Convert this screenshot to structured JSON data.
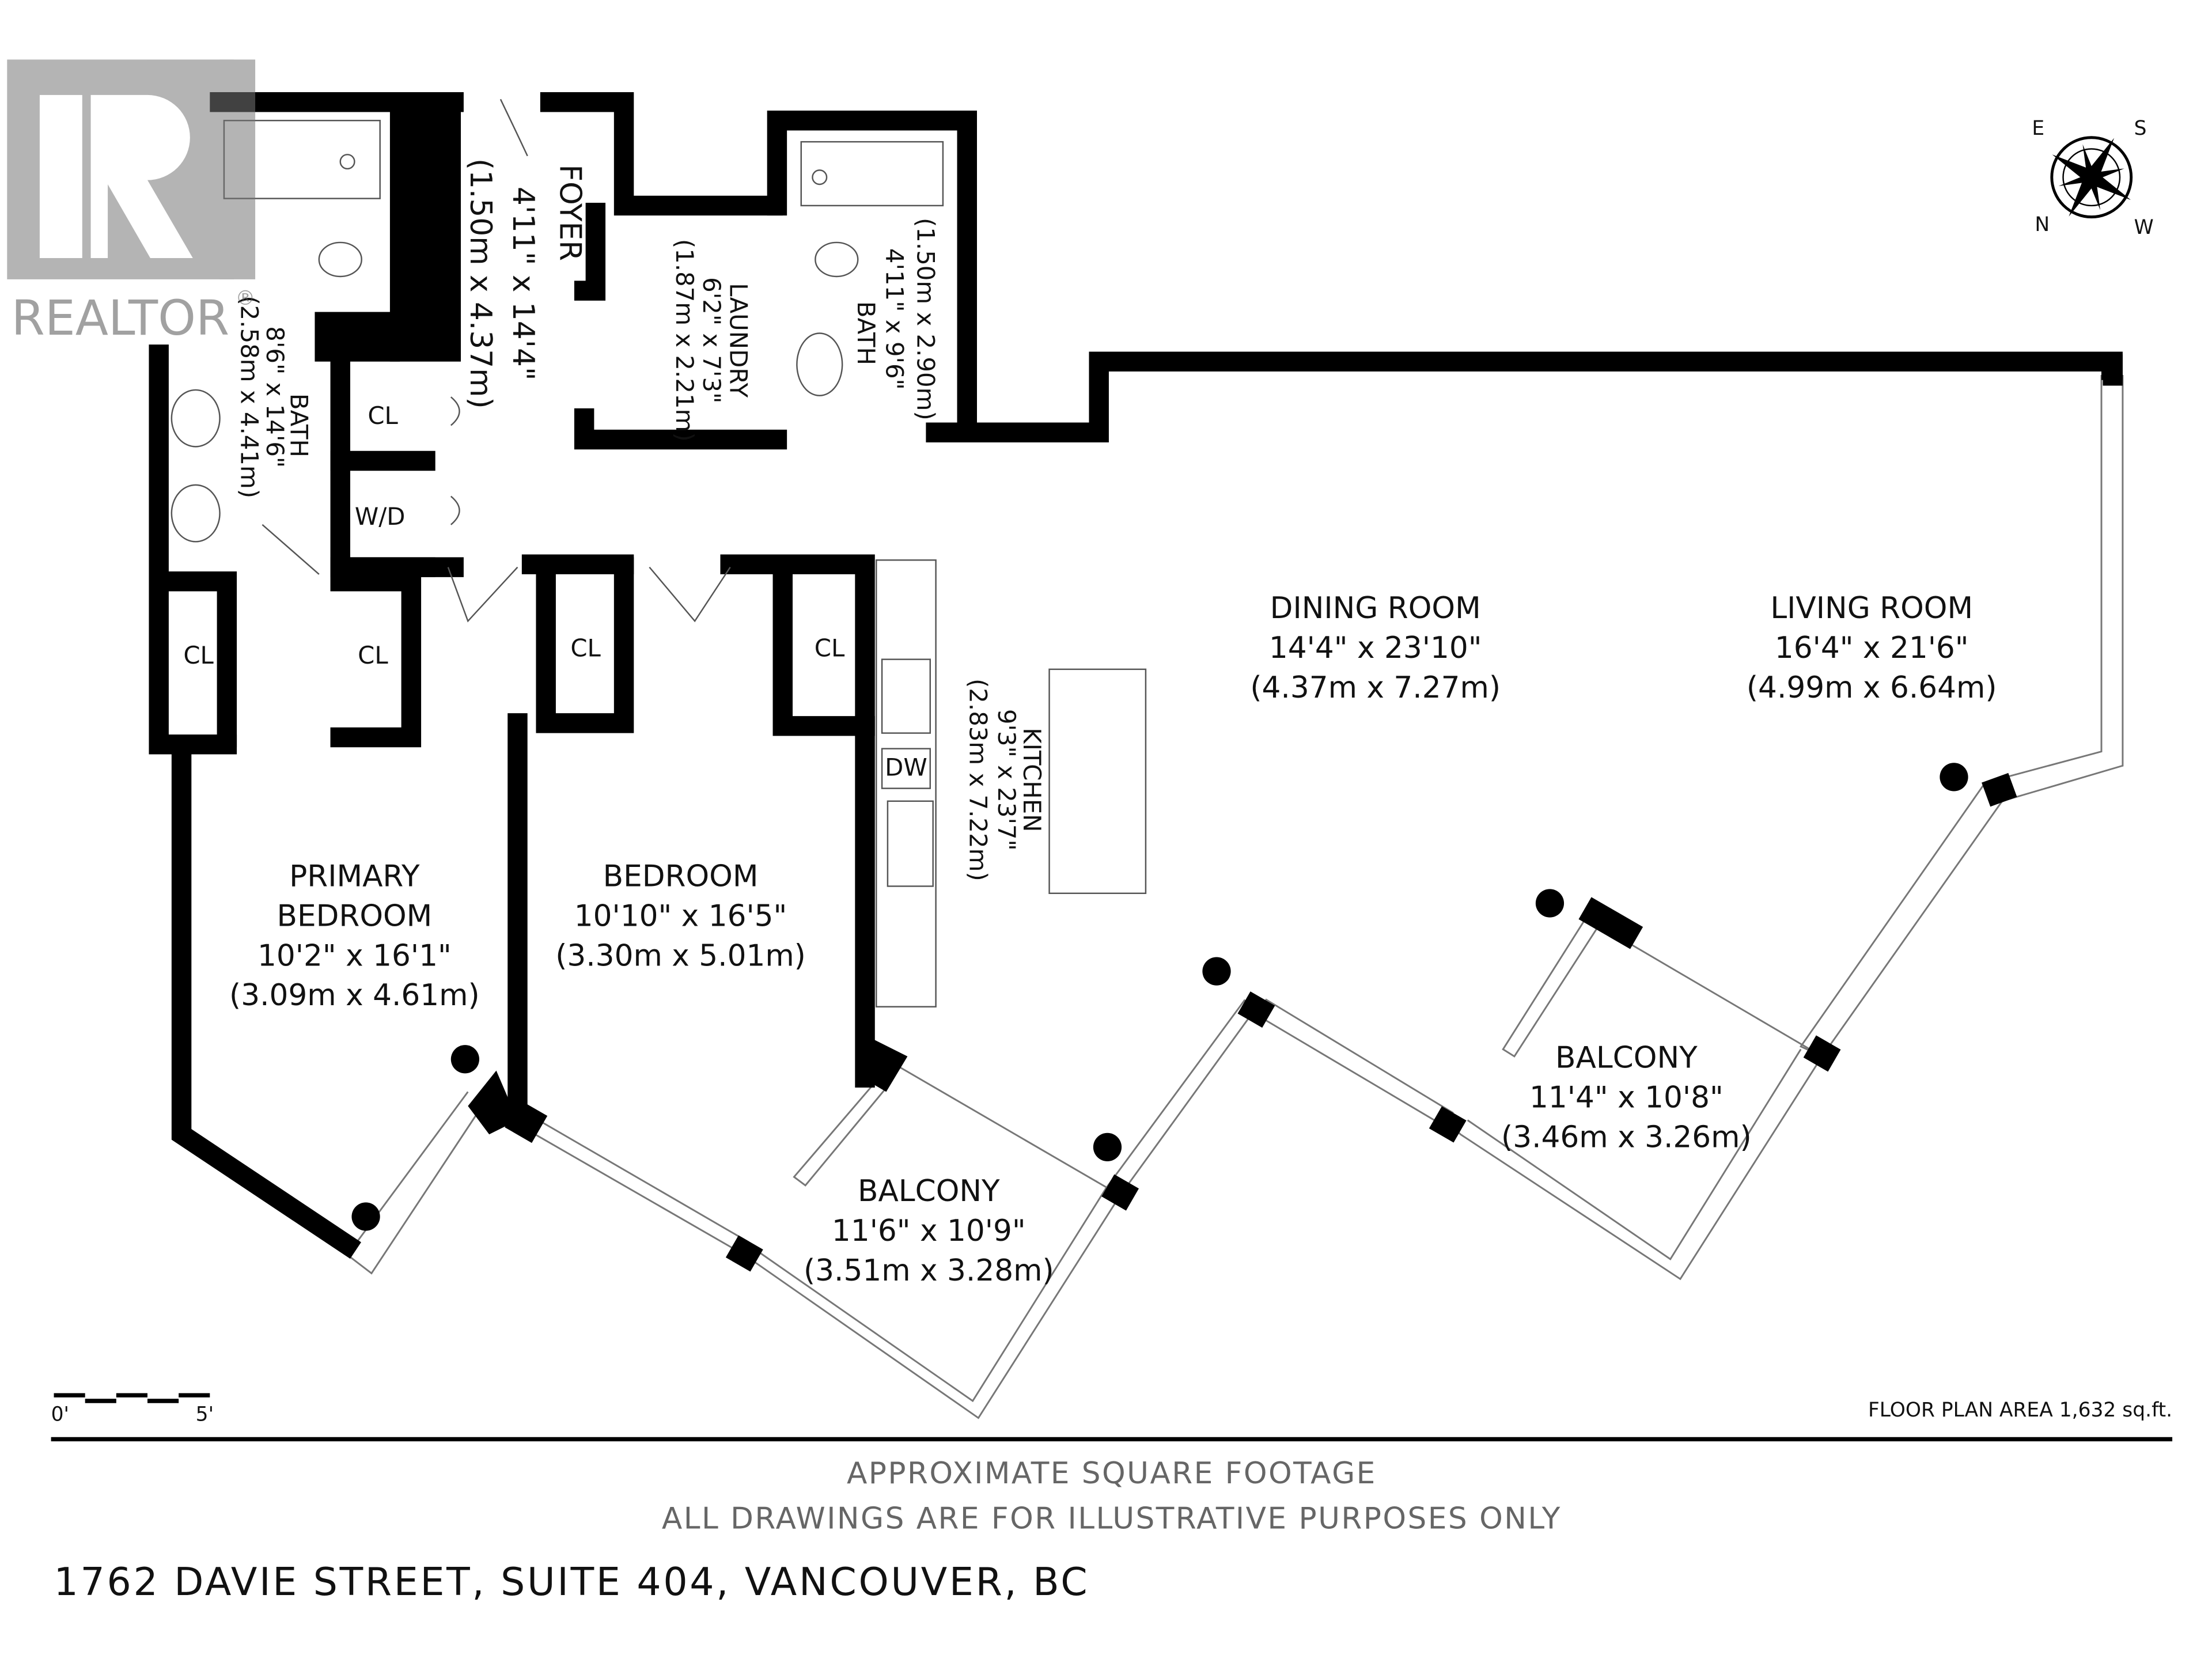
{
  "watermark": {
    "text": "REALTOR",
    "mark": "®"
  },
  "rooms": {
    "foyer": {
      "name": "FOYER",
      "imperial": "4'11\" x 14'4\"",
      "metric": "(1.50m x 4.37m)"
    },
    "laundry": {
      "name": "LAUNDRY",
      "imperial": "6'2\" x 7'3\"",
      "metric": "(1.87m x 2.21m)"
    },
    "bath_small": {
      "name": "BATH",
      "imperial": "4'11\" x 9'6\"",
      "metric": "(1.50m x 2.90m)"
    },
    "bath_primary": {
      "name": "BATH",
      "imperial": "8'6\" x 14'6\"",
      "metric": "(2.58m x 4.41m)"
    },
    "dining": {
      "name": "DINING ROOM",
      "imperial": "14'4\" x 23'10\"",
      "metric": "(4.37m x 7.27m)"
    },
    "living": {
      "name": "LIVING ROOM",
      "imperial": "16'4\" x 21'6\"",
      "metric": "(4.99m x 6.64m)"
    },
    "kitchen": {
      "name": "KITCHEN",
      "imperial": "9'3\" x 23'7\"",
      "metric": "(2.83m x 7.22m)"
    },
    "primary_bedroom": {
      "name_1": "PRIMARY",
      "name_2": "BEDROOM",
      "imperial": "10'2\" x 16'1\"",
      "metric": "(3.09m x 4.61m)"
    },
    "bedroom": {
      "name": "BEDROOM",
      "imperial": "10'10\" x 16'5\"",
      "metric": "(3.30m x 5.01m)"
    },
    "balcony_1": {
      "name": "BALCONY",
      "imperial": "11'6\" x 10'9\"",
      "metric": "(3.51m x 3.28m)"
    },
    "balcony_2": {
      "name": "BALCONY",
      "imperial": "11'4\" x 10'8\"",
      "metric": "(3.46m x 3.26m)"
    }
  },
  "fixtures": {
    "closet": "CL",
    "washer_dryer": "W/D",
    "dishwasher": "DW"
  },
  "compass": {
    "labels": [
      "S",
      "W",
      "N",
      "E"
    ]
  },
  "scale": {
    "start": "0'",
    "end": "5'"
  },
  "floor_plan_area": "FLOOR PLAN AREA 1,632 sq.ft.",
  "notes": [
    "APPROXIMATE SQUARE FOOTAGE",
    "ALL DRAWINGS ARE FOR ILLUSTRATIVE PURPOSES ONLY"
  ],
  "address": "1762 DAVIE STREET, SUITE 404, VANCOUVER, BC"
}
